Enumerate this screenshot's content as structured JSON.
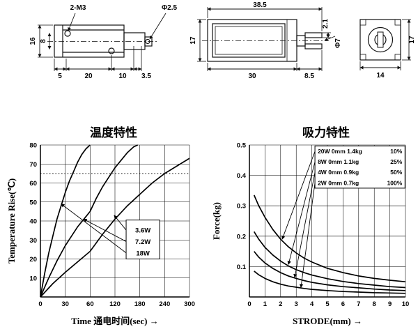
{
  "drawings": {
    "side_view": {
      "label_thread": "2-M3",
      "label_hole": "Φ2.5",
      "dim_height": "16",
      "dim_inner_height": "8",
      "dim_offset": "5",
      "dim_body": "20",
      "dim_plunger": "10",
      "dim_tip": "3.5"
    },
    "top_view": {
      "dim_total": "38.5",
      "dim_height": "17",
      "dim_body": "30",
      "dim_tail": "8.5",
      "dim_pin": "2.1",
      "label_shaft": "Φ7"
    },
    "end_view": {
      "dim_width": "14",
      "dim_height": "17"
    }
  },
  "chart_data": [
    {
      "type": "line",
      "title": "温度特性",
      "xlabel": "Time 通电时间(sec) →",
      "ylabel": "Temperature Rise(℃)",
      "x_ticks": [
        0,
        30,
        60,
        120,
        180,
        240,
        300
      ],
      "y_ticks": [
        10,
        20,
        30,
        40,
        50,
        60,
        70,
        80
      ],
      "ylim": [
        0,
        80
      ],
      "xlim_note": "x axis non-linear: equal spacing between labeled ticks",
      "grid": true,
      "dashed_line_y": 65,
      "callout_labels": [
        "3.6W",
        "7.2W",
        "18W"
      ],
      "series": [
        {
          "name": "18W",
          "points": [
            [
              0,
              0
            ],
            [
              5,
              12
            ],
            [
              10,
              23
            ],
            [
              15,
              32
            ],
            [
              20,
              41
            ],
            [
              25,
              48
            ],
            [
              30,
              55
            ],
            [
              35,
              61
            ],
            [
              40,
              66
            ],
            [
              45,
              71
            ],
            [
              50,
              75
            ],
            [
              55,
              78
            ],
            [
              60,
              80
            ]
          ]
        },
        {
          "name": "7.2W",
          "points": [
            [
              0,
              0
            ],
            [
              10,
              10
            ],
            [
              20,
              19
            ],
            [
              30,
              27
            ],
            [
              45,
              37
            ],
            [
              60,
              45
            ],
            [
              75,
              52
            ],
            [
              90,
              58
            ],
            [
              105,
              63
            ],
            [
              120,
              68
            ],
            [
              135,
              72
            ],
            [
              150,
              76
            ],
            [
              165,
              79
            ],
            [
              175,
              80
            ]
          ]
        },
        {
          "name": "3.6W",
          "points": [
            [
              0,
              0
            ],
            [
              15,
              7
            ],
            [
              30,
              13
            ],
            [
              60,
              24
            ],
            [
              90,
              33
            ],
            [
              120,
              41
            ],
            [
              150,
              48
            ],
            [
              180,
              54
            ],
            [
              210,
              60
            ],
            [
              240,
              65
            ],
            [
              270,
              69
            ],
            [
              300,
              73
            ]
          ]
        }
      ]
    },
    {
      "type": "line",
      "title": "吸力特性",
      "xlabel": "STRODE(mm) →",
      "ylabel": "Force(kg)",
      "x_ticks": [
        0,
        1,
        2,
        3,
        4,
        5,
        6,
        7,
        8,
        9,
        10
      ],
      "y_ticks": [
        0.1,
        0.2,
        0.3,
        0.4,
        0.5
      ],
      "ylim": [
        0,
        0.5
      ],
      "grid": true,
      "legend_position": "inside-top-right",
      "legend": [
        {
          "label": "20W 0mm 1.4kg",
          "pct": "10%"
        },
        {
          "label": "8W 0mm 1.1kg",
          "pct": "25%"
        },
        {
          "label": "4W 0mm 0.9kg",
          "pct": "50%"
        },
        {
          "label": "2W 0mm 0.7kg",
          "pct": "100%"
        }
      ],
      "series": [
        {
          "name": "20W",
          "points": [
            [
              0.3,
              0.335
            ],
            [
              0.6,
              0.3
            ],
            [
              1,
              0.262
            ],
            [
              1.5,
              0.222
            ],
            [
              2,
              0.19
            ],
            [
              2.5,
              0.165
            ],
            [
              3,
              0.145
            ],
            [
              3.5,
              0.128
            ],
            [
              4,
              0.115
            ],
            [
              5,
              0.094
            ],
            [
              6,
              0.08
            ],
            [
              7,
              0.069
            ],
            [
              8,
              0.061
            ],
            [
              9,
              0.055
            ],
            [
              10,
              0.05
            ]
          ]
        },
        {
          "name": "8W",
          "points": [
            [
              0.3,
              0.215
            ],
            [
              0.6,
              0.19
            ],
            [
              1,
              0.163
            ],
            [
              1.5,
              0.138
            ],
            [
              2,
              0.118
            ],
            [
              2.5,
              0.102
            ],
            [
              3,
              0.09
            ],
            [
              3.5,
              0.08
            ],
            [
              4,
              0.072
            ],
            [
              5,
              0.06
            ],
            [
              6,
              0.051
            ],
            [
              7,
              0.044
            ],
            [
              8,
              0.039
            ],
            [
              9,
              0.034
            ],
            [
              10,
              0.031
            ]
          ]
        },
        {
          "name": "4W",
          "points": [
            [
              0.3,
              0.15
            ],
            [
              0.6,
              0.131
            ],
            [
              1,
              0.112
            ],
            [
              1.5,
              0.094
            ],
            [
              2,
              0.08
            ],
            [
              2.5,
              0.069
            ],
            [
              3,
              0.061
            ],
            [
              3.5,
              0.054
            ],
            [
              4,
              0.048
            ],
            [
              5,
              0.04
            ],
            [
              6,
              0.034
            ],
            [
              7,
              0.03
            ],
            [
              8,
              0.026
            ],
            [
              9,
              0.023
            ],
            [
              10,
              0.021
            ]
          ]
        },
        {
          "name": "2W",
          "points": [
            [
              0.3,
              0.085
            ],
            [
              0.6,
              0.073
            ],
            [
              1,
              0.061
            ],
            [
              1.5,
              0.05
            ],
            [
              2,
              0.042
            ],
            [
              2.5,
              0.036
            ],
            [
              3,
              0.032
            ],
            [
              3.5,
              0.028
            ],
            [
              4,
              0.025
            ],
            [
              5,
              0.021
            ],
            [
              6,
              0.018
            ],
            [
              7,
              0.016
            ],
            [
              8,
              0.014
            ],
            [
              9,
              0.013
            ],
            [
              10,
              0.012
            ]
          ]
        }
      ]
    }
  ]
}
